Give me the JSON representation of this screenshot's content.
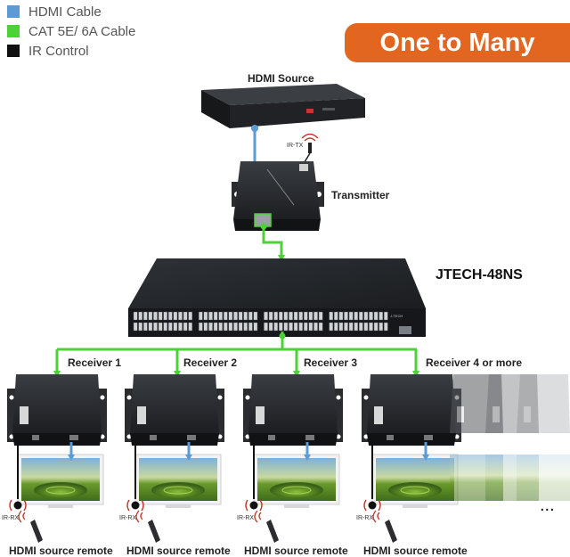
{
  "legend": [
    {
      "label": "HDMI Cable",
      "color": "#5b9bd5"
    },
    {
      "label": "CAT 5E/ 6A Cable",
      "color": "#4cd137"
    },
    {
      "label": "IR Control",
      "color": "#111111"
    }
  ],
  "badge": {
    "text": "One to Many",
    "color": "#e2661f"
  },
  "source": {
    "label": "HDMI Source"
  },
  "ir_tx": {
    "label": "IR-TX"
  },
  "transmitter": {
    "label": "Transmitter"
  },
  "switch": {
    "model": "JTECH-48NS"
  },
  "receivers": [
    {
      "label": "Receiver 1",
      "ir_label": "IR-RX",
      "remote_label": "HDMI source remote"
    },
    {
      "label": "Receiver 2",
      "ir_label": "IR-RX",
      "remote_label": "HDMI source remote"
    },
    {
      "label": "Receiver 3",
      "ir_label": "IR-RX",
      "remote_label": "HDMI source remote"
    },
    {
      "label": "Receiver 4 or more",
      "ir_label": "IR-RX",
      "remote_label": "HDMI source remote"
    }
  ],
  "more": "..."
}
